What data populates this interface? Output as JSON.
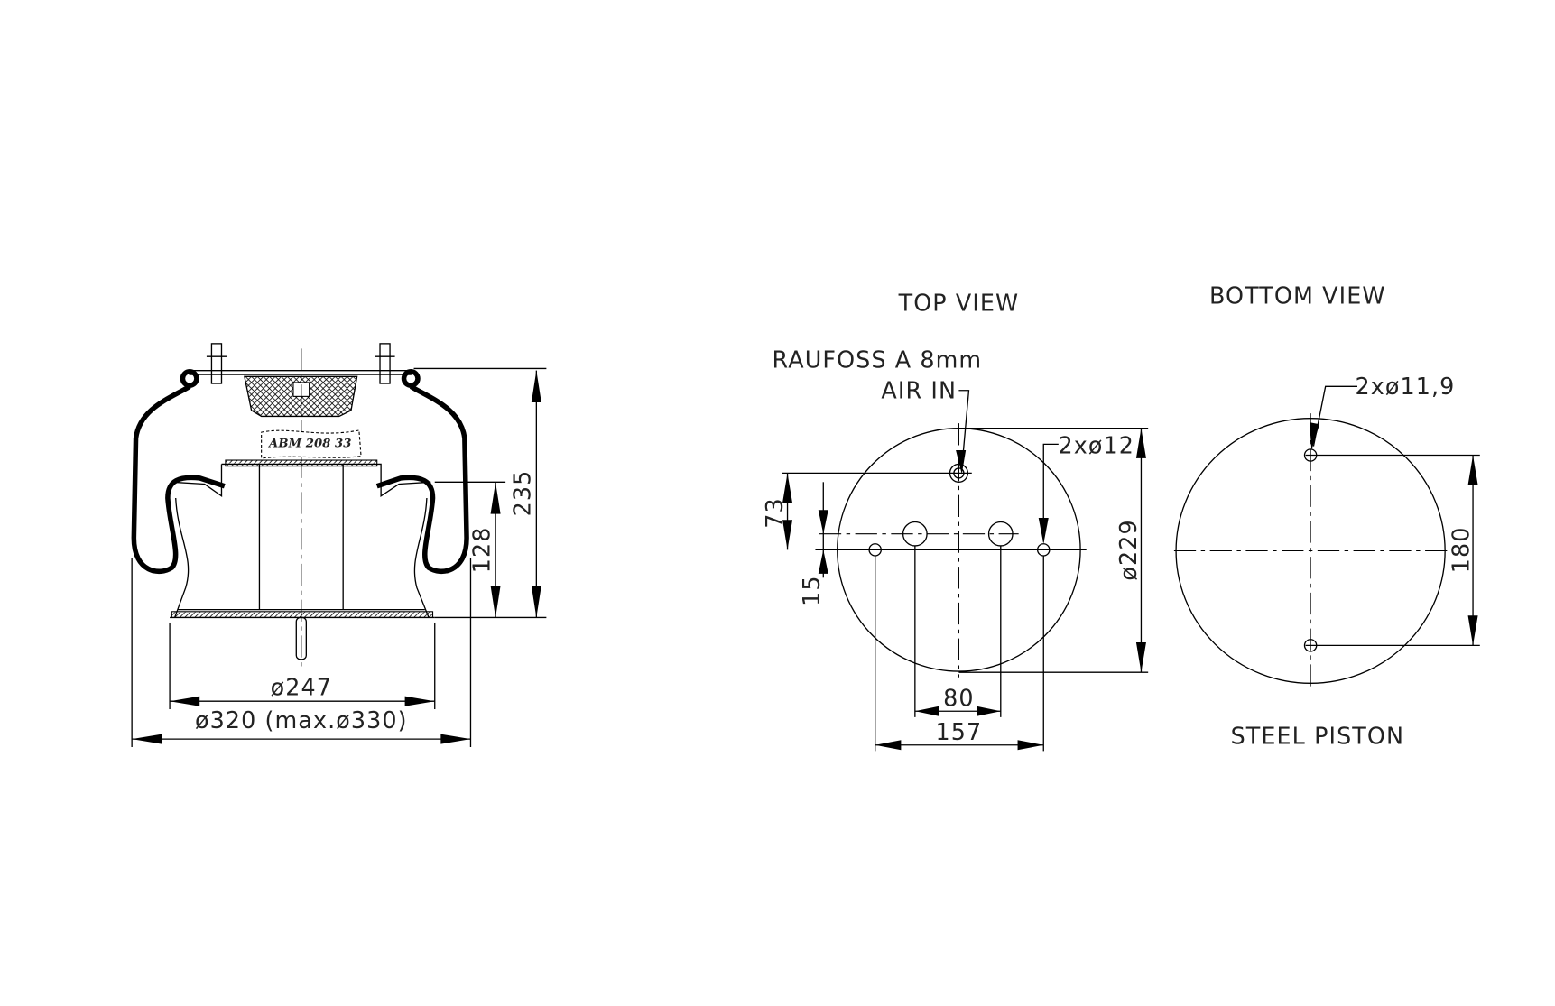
{
  "side_view": {
    "label_plate": "ABM 208 33",
    "dim_height_total": "235",
    "dim_height_piston": "128",
    "dim_piston_diameter": "ø247",
    "dim_outer_diameter": "ø320 (max.ø330)"
  },
  "top_view": {
    "title": "TOP VIEW",
    "fitting_label": "RAUFOSS A 8mm",
    "air_in_label": "AIR IN",
    "holes_label": "2xø12",
    "dim_diameter": "ø229",
    "dim_offset_73": "73",
    "dim_offset_15": "15",
    "dim_80": "80",
    "dim_157": "157"
  },
  "bottom_view": {
    "title": "BOTTOM VIEW",
    "holes_label": "2xø11,9",
    "dim_180": "180",
    "caption": "STEEL PISTON"
  }
}
